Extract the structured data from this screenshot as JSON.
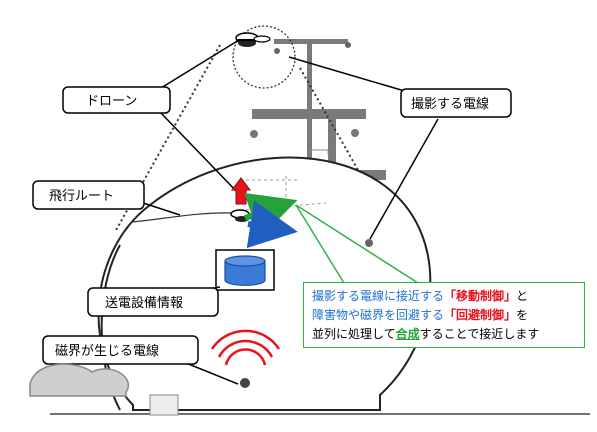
{
  "labels": {
    "drone": "ドローン",
    "target_wire": "撮影する電線",
    "flight_route": "飛行ルート",
    "tx_facility_info": "送電設備情報",
    "magnetic_wire": "磁界が生じる電線"
  },
  "message": {
    "line1_part1": "撮影する電線に接近する",
    "line1_part2": "「移動制御」",
    "line1_part3": "と",
    "line2_part1": "障害物や磁界を回避する",
    "line2_part2": "「回避制御」",
    "line2_part3": "を",
    "line3_part1": "並列に処理して",
    "line3_part2": "合成",
    "line3_part3": "することで接近します"
  },
  "colors": {
    "green": "#2bb34a",
    "red": "#e8121d",
    "blue": "#1f6fd0",
    "gray": "#7a7a7a"
  }
}
